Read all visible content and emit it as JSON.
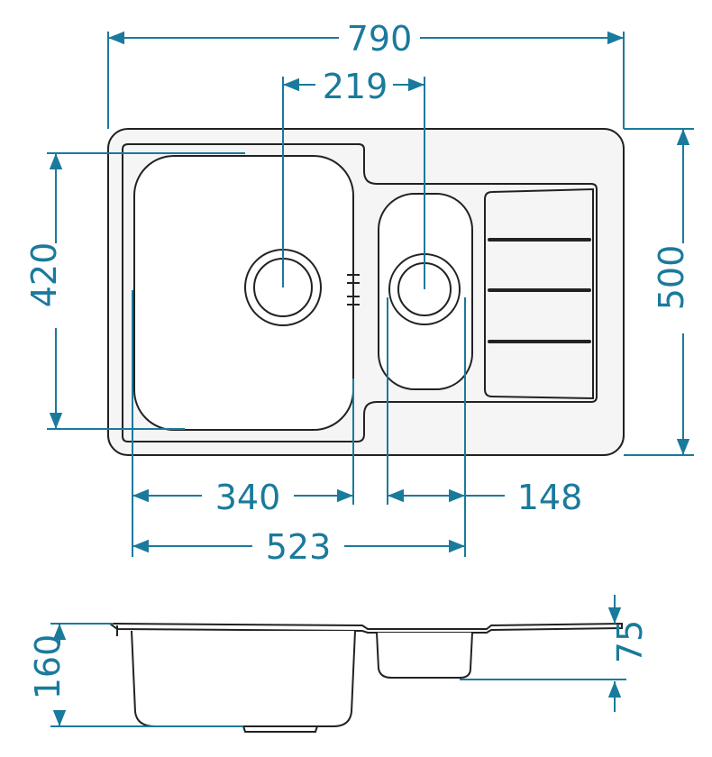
{
  "dimensions": {
    "total_width": "790",
    "drain_spacing": "219",
    "bowl_depth": "420",
    "total_depth": "500",
    "main_bowl_width": "340",
    "small_bowl_width": "148",
    "bowls_span": "523",
    "main_bowl_height": "160",
    "small_bowl_height": "75"
  },
  "colors": {
    "dimension": "#1a7a9c",
    "outline": "#222222"
  }
}
